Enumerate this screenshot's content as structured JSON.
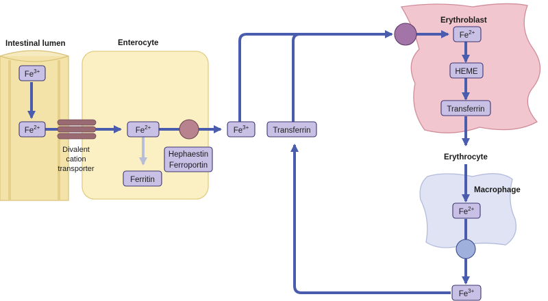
{
  "labels": {
    "intestinal_lumen": "Intestinal lumen",
    "enterocyte": "Enterocyte",
    "erythroblast": "Erythroblast",
    "erythrocyte": "Erythrocyte",
    "macrophage": "Macrophage",
    "transporter_line1": "Divalent",
    "transporter_line2": "cation",
    "transporter_line3": "transporter"
  },
  "boxes": {
    "lumen_fe3": {
      "base": "Fe",
      "sup": "3+"
    },
    "lumen_fe2": {
      "base": "Fe",
      "sup": "2+"
    },
    "enterocyte_fe2": {
      "base": "Fe",
      "sup": "2+"
    },
    "ferritin": "Ferritin",
    "hephaestin": "Hephaestin",
    "ferroportin": "Ferroportin",
    "blood_fe3": {
      "base": "Fe",
      "sup": "3+"
    },
    "transferrin_mid": "Transferrin",
    "erythroblast_fe2": {
      "base": "Fe",
      "sup": "2+"
    },
    "heme": "HEME",
    "transferrin_erythroblast": "Transferrin",
    "macrophage_fe2": {
      "base": "Fe",
      "sup": "2+"
    },
    "macrophage_fe3": {
      "base": "Fe",
      "sup": "3+"
    }
  },
  "colors": {
    "arrow": "#4a5cad",
    "arrow_light": "#b8bdd8",
    "box_fill": "#c9c0e6",
    "lumen_fill": "#f3e3a8",
    "enterocyte_fill": "#fbf0c4",
    "erythroblast_fill": "#f2c6ce",
    "macrophage_fill": "#dfe3f3",
    "transporter_fill": "#9a6a72",
    "ferroportin_fill": "#b8828f",
    "receptor_fill": "#a374a8",
    "macrophage_channel_fill": "#9fb0dc"
  }
}
